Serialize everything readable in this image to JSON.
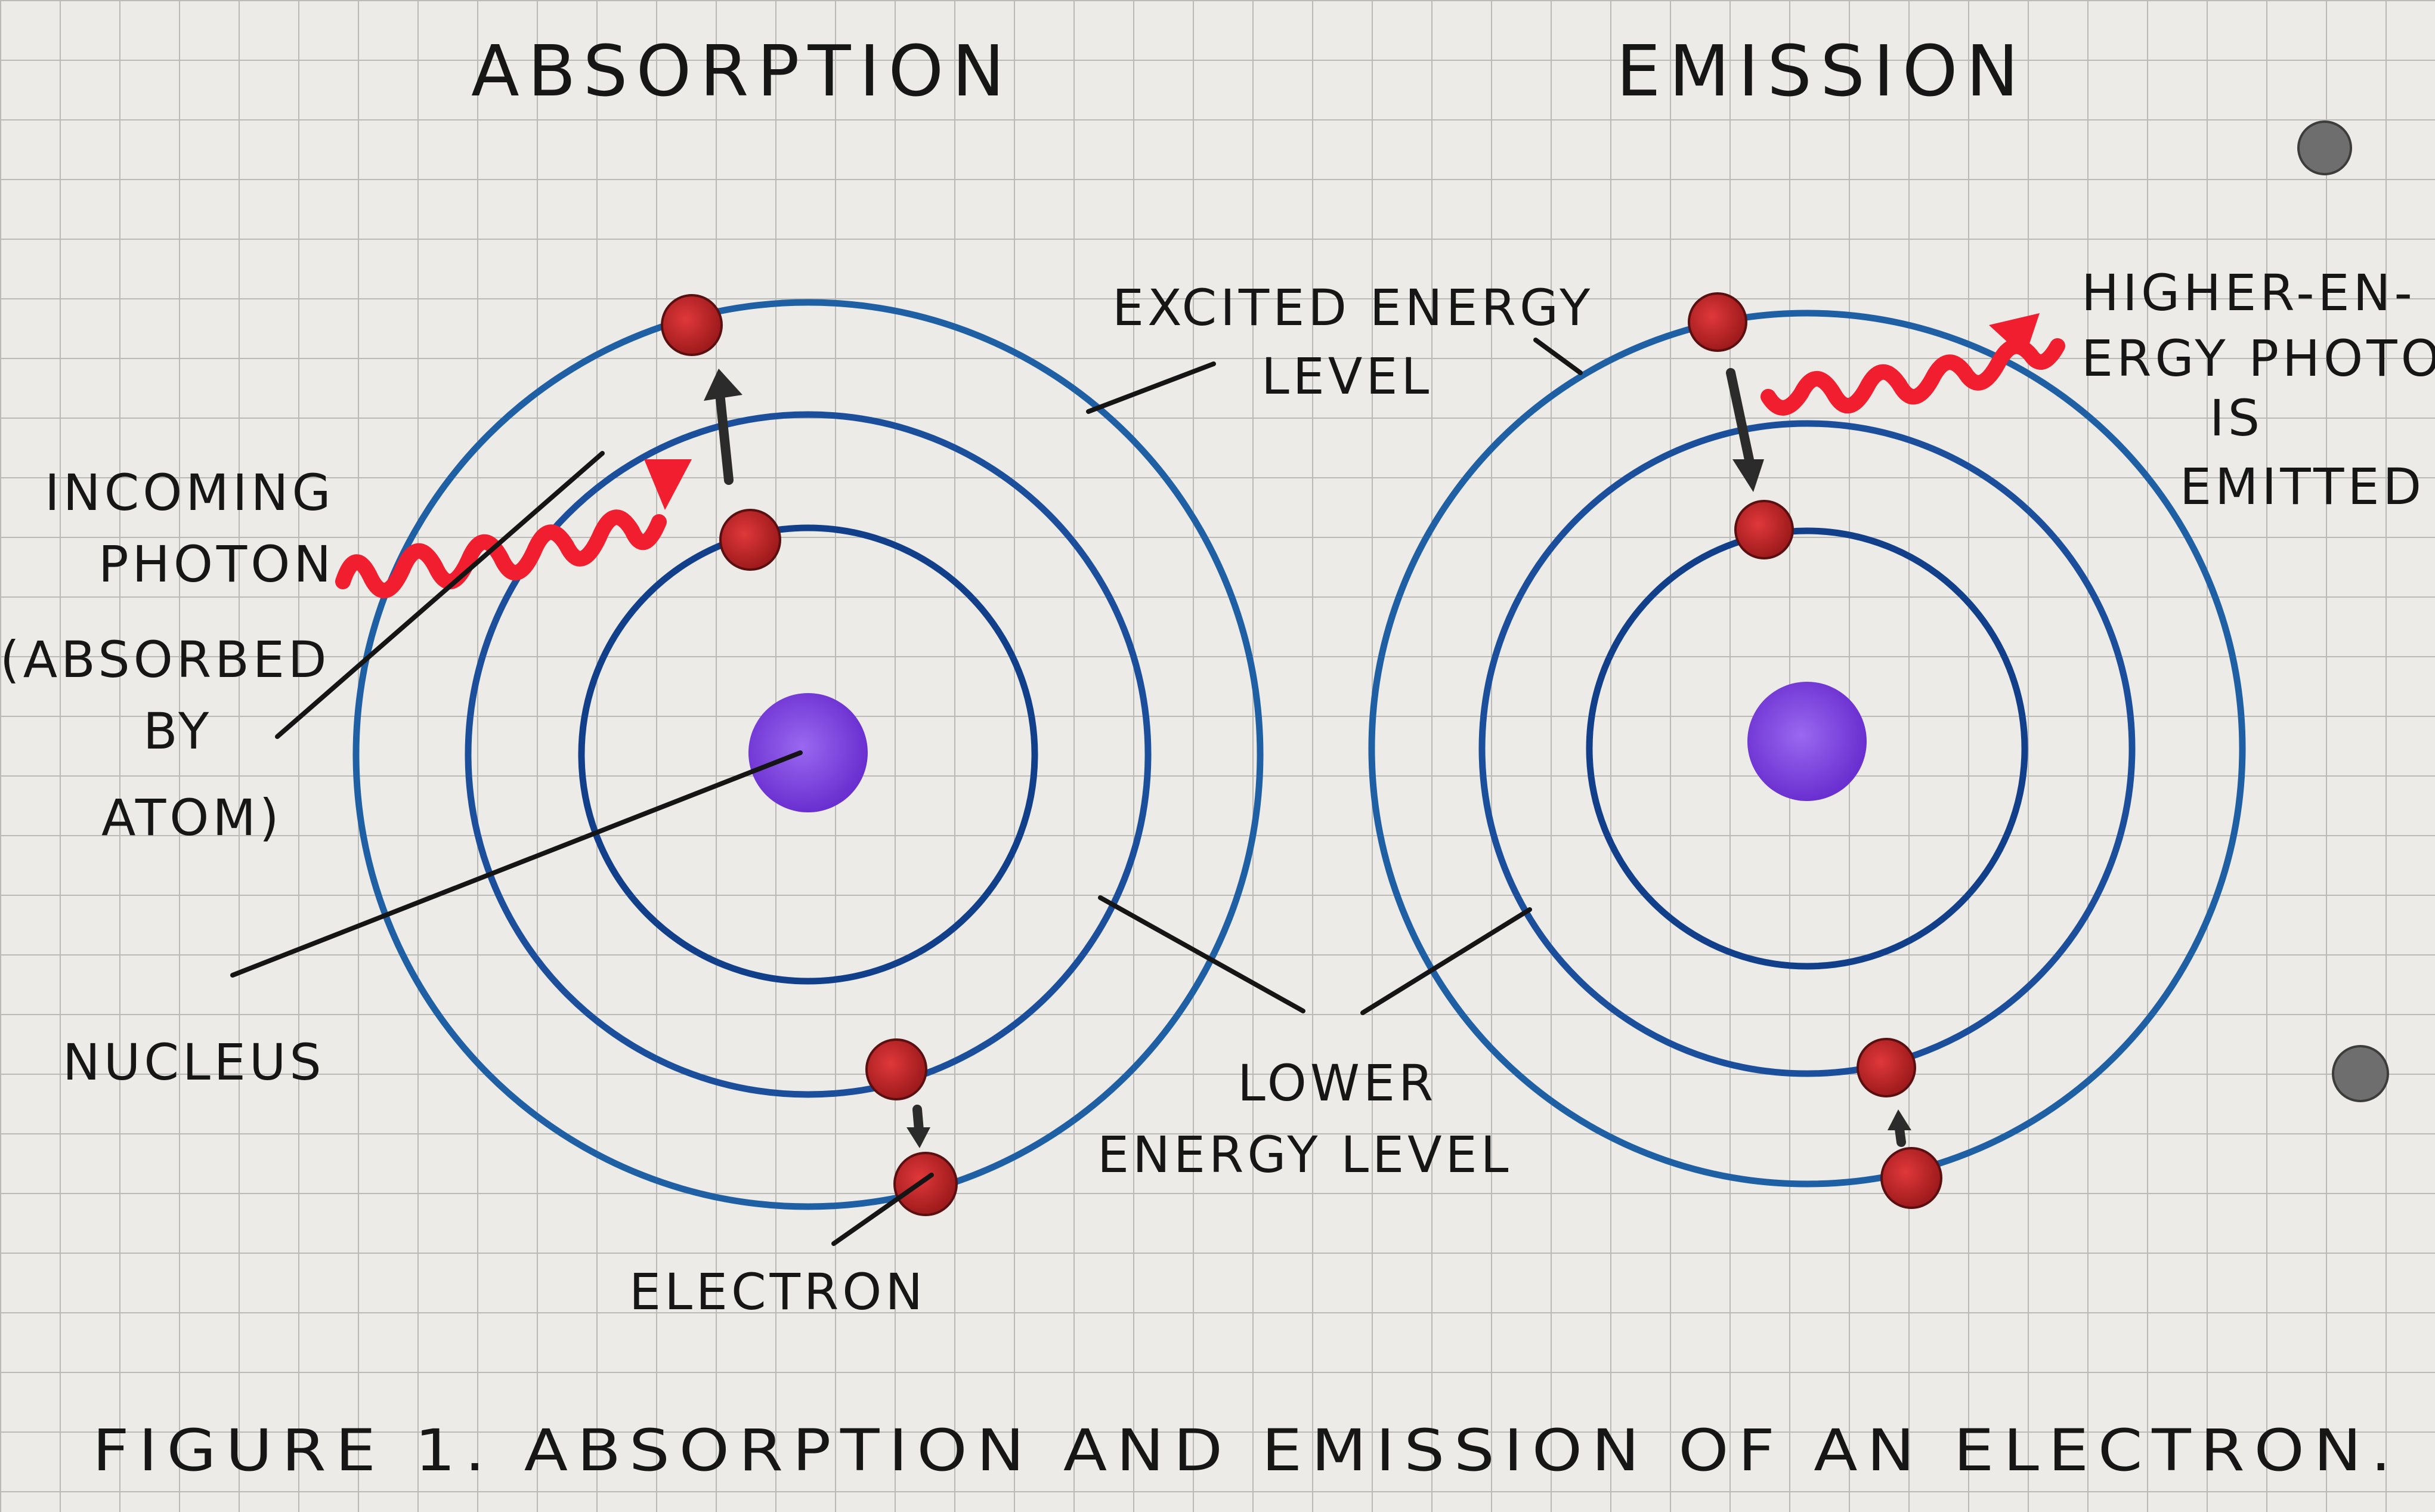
{
  "titles": {
    "absorption": "ABSORPTION",
    "emission": "EMISSION"
  },
  "labels": {
    "incoming_photon": [
      "INCOMING",
      "PHOTON",
      "(ABSORBED",
      "BY",
      "ATOM)"
    ],
    "excited_energy_level": [
      "EXCITED ENERGY",
      "LEVEL"
    ],
    "higher_energy_photon": [
      "HIGHER-EN-",
      "ERGY PHOTON",
      "IS",
      "EMITTED"
    ],
    "nucleus": "NUCLEUS",
    "lower_energy_level": [
      "LOWER",
      "ENERGY LEVEL"
    ],
    "electron": "ELECTRON"
  },
  "caption": "FIGURE 1. ABSORPTION AND EMISSION OF AN ELECTRON.",
  "colors": {
    "paper": "#ecebe8",
    "grid": "#b9b9b6",
    "orbit": "#1f5fa3",
    "orbit_dark": "#123f8a",
    "nucleus": "#7a3fe0",
    "electron": "#c0282a",
    "photon": "#f01e2e",
    "ink": "#161616"
  }
}
